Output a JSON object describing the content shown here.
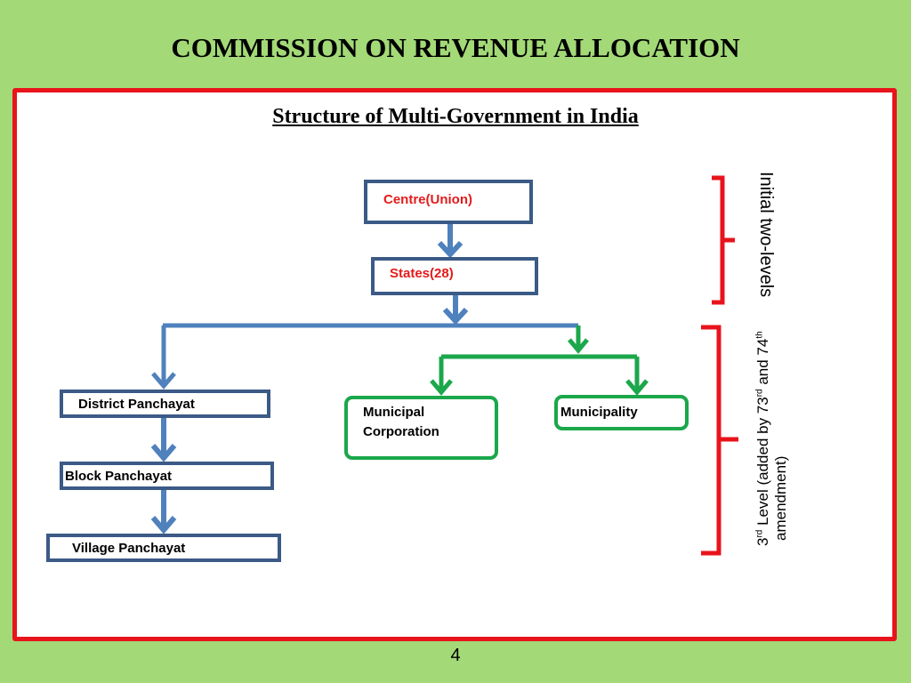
{
  "slide": {
    "title": "COMMISSION ON REVENUE ALLOCATION",
    "subtitle": "Structure of Multi-Government in India",
    "page_number": "4"
  },
  "diagram": {
    "nodes": {
      "centre": "Centre(Union)",
      "states": "States(28)",
      "district_panchayat": "District Panchayat",
      "block_panchayat": "Block Panchayat",
      "village_panchayat": "Village Panchayat",
      "municipal_corporation_line1": "Municipal",
      "municipal_corporation_line2": "Corporation",
      "municipality": "Municipality"
    },
    "brackets": {
      "top_label": "Initial two-levels",
      "bottom_label": {
        "part1": "3",
        "sup1": "rd",
        "part2": " Level (added by 73",
        "sup2": "rd",
        "part3": " and 74",
        "sup3": "th",
        "line2": "amendment)"
      }
    },
    "colors": {
      "background": "#a3d977",
      "frame_red": "#e8141b",
      "blue_box": "#3b5a86",
      "blue_arrow": "#4f81bd",
      "green": "#1ba74b",
      "top_node_text": "#e41b1b"
    }
  }
}
